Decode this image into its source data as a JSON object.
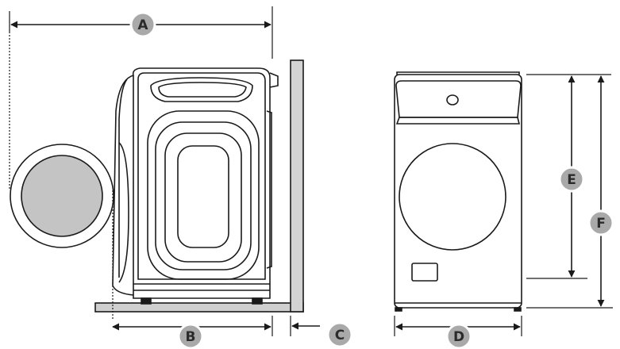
{
  "labels": {
    "a": "A",
    "b": "B",
    "c": "C",
    "d": "D",
    "e": "E",
    "f": "F"
  },
  "colors": {
    "line": "#1a1a1a",
    "badge_fill": "#a9a9a9",
    "door_glass": "#c4c4c4",
    "wall_fill": "#d3d3d3",
    "floor_fill": "#cfcfcf",
    "badge_text": "#2b2b2b"
  }
}
